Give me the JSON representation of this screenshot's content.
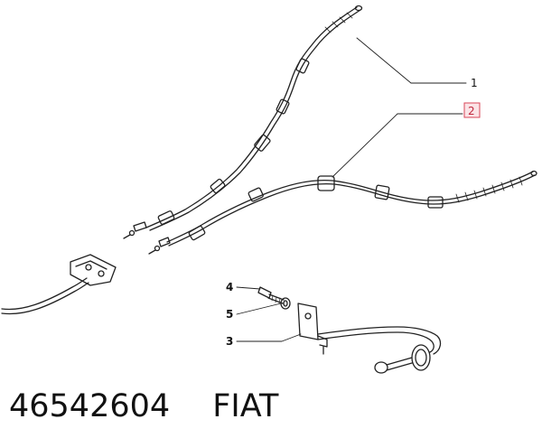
{
  "callouts": [
    {
      "id": "1",
      "highlighted": false
    },
    {
      "id": "2",
      "highlighted": true
    },
    {
      "id": "3",
      "highlighted": false
    },
    {
      "id": "4",
      "highlighted": false
    },
    {
      "id": "5",
      "highlighted": false
    }
  ],
  "footer": {
    "part_number": "46542604",
    "brand": "FIAT"
  },
  "colors": {
    "line": "#222222",
    "highlight_border": "#d9475a",
    "highlight_fill": "#fbe3e6",
    "highlight_text": "#c0283e"
  }
}
